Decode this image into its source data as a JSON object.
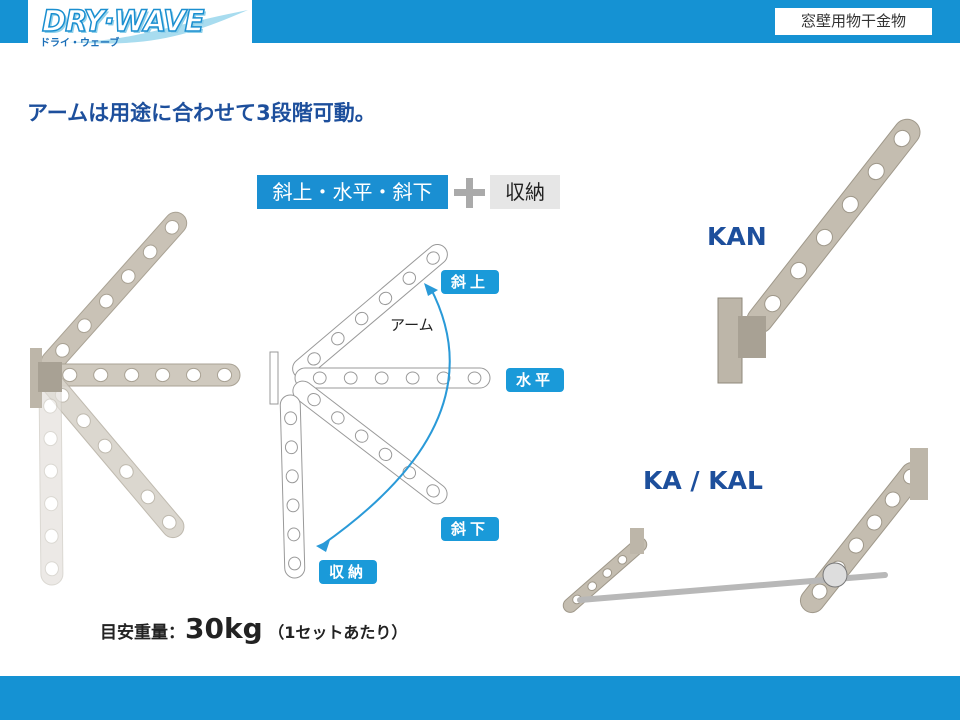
{
  "header": {
    "logo_text": "DRY·WAVE",
    "logo_subtext": "ドライ・ウェーブ",
    "category_label": "窓壁用物干金物"
  },
  "headline": "アームは用途に合わせて3段階可動。",
  "modes": {
    "positions_label": "斜上・水平・斜下",
    "plus_icon": "plus-icon",
    "storage_label": "収納"
  },
  "diagram": {
    "arm_label": "アーム",
    "tags": {
      "up": "斜上",
      "horizontal": "水平",
      "down": "斜下",
      "storage": "収納"
    }
  },
  "models": {
    "kan": "KAN",
    "ka": "KA / KAL"
  },
  "load": {
    "label": "目安重量：",
    "value": "30kg",
    "note": "（1セットあたり）"
  },
  "colors": {
    "brand_blue": "#1592d3",
    "headline_blue": "#1d4f9c",
    "arm_gray": "#c9c2b6"
  }
}
